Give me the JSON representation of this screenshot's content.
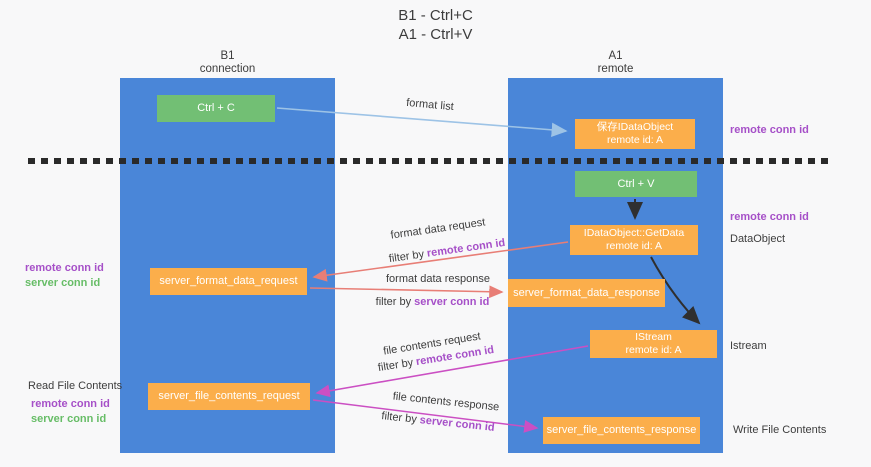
{
  "title": {
    "line1": "B1 - Ctrl+C",
    "line2": "A1 - Ctrl+V"
  },
  "lanes": {
    "left": {
      "name": "B1",
      "role": "connection"
    },
    "right": {
      "name": "A1",
      "role": "remote"
    }
  },
  "boxes": {
    "ctrl_c": {
      "label": "Ctrl + C"
    },
    "save_idataobject": {
      "line1": "保存IDataObject",
      "line2": "remote id: A"
    },
    "ctrl_v": {
      "label": "Ctrl + V"
    },
    "getdata": {
      "line1": "IDataObject::GetData",
      "line2": "remote id: A"
    },
    "istream": {
      "line1": "IStream",
      "line2": "remote id: A"
    },
    "format_request": {
      "label": "server_format_data_request"
    },
    "format_response": {
      "label": "server_format_data_response"
    },
    "file_request": {
      "label": "server_file_contents_request"
    },
    "file_response": {
      "label": "server_file_contents_response"
    }
  },
  "conn_ids": {
    "remote": "remote conn id",
    "server": "server conn id"
  },
  "side_labels": {
    "dataobject": "DataObject",
    "istream": "Istream",
    "read_file_contents": "Read File Contents",
    "write_file_contents": "Write File Contents"
  },
  "arrow_labels": {
    "format_list": "format list",
    "format_data_request": "format data request",
    "format_data_response": "format data response",
    "file_contents_request": "file contents request",
    "file_contents_response": "file contents response",
    "filter_prefix": "filter by"
  },
  "colors": {
    "lane_blue": "#4a86d8",
    "box_green": "#72bf74",
    "box_orange": "#fbae4b",
    "arrow_light_blue": "#9dc3e6",
    "arrow_red": "#e87e76",
    "arrow_magenta": "#cb4fc3",
    "arrow_black": "#2f2f2f",
    "conn_id_purple": "#a650c8",
    "conn_id_green": "#67bd67",
    "text_dark": "#3d3d3d",
    "background": "#f8f8f9"
  }
}
